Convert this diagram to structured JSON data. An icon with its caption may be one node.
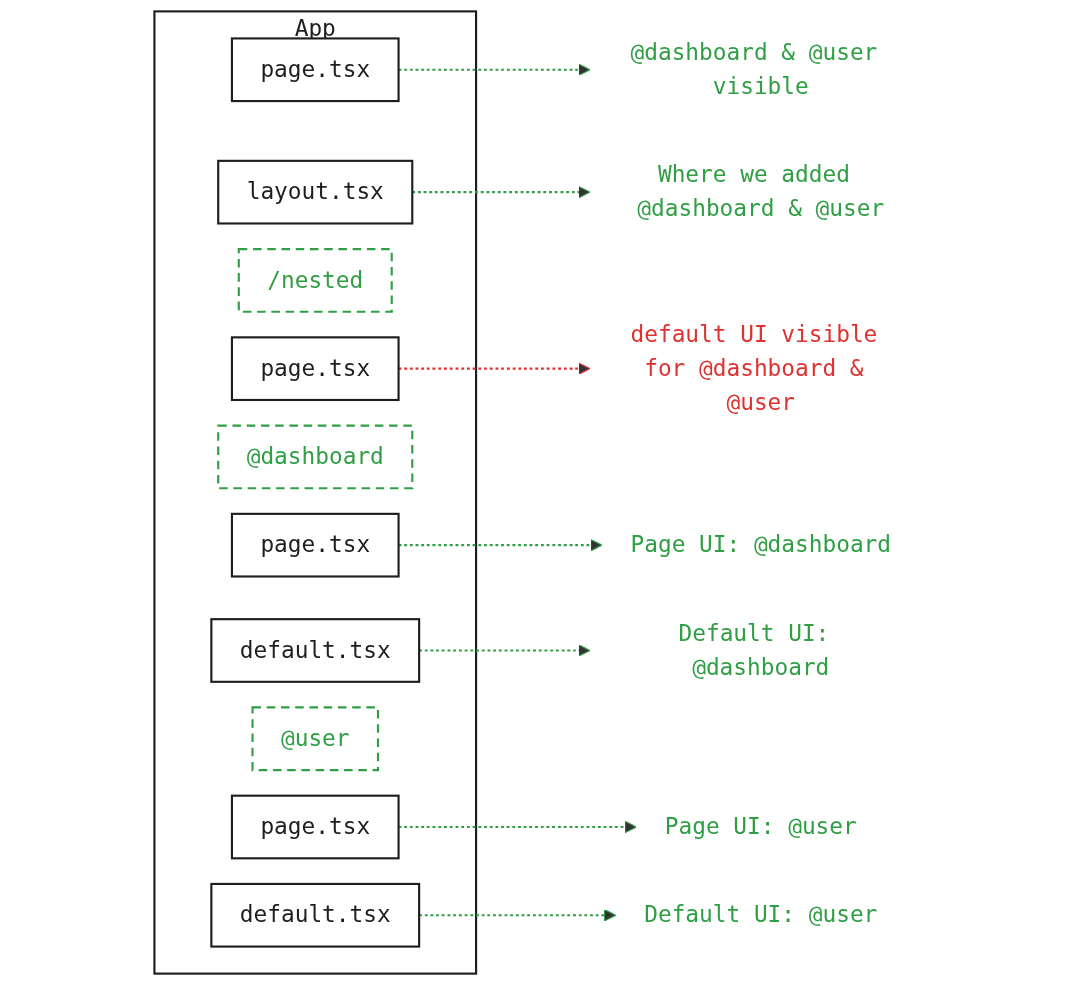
{
  "diagram": {
    "nodes": [
      {
        "text": [
          "App"
        ]
      },
      {
        "text": [
          "page.tsx"
        ],
        "in": 0
      },
      {
        "text": [
          "layout.tsx"
        ],
        "in": 0
      },
      {
        "text": [
          "/nested"
        ],
        "in": 0
      },
      {
        "text": [
          "page.tsx"
        ],
        "in": 0
      },
      {
        "text": [
          "@dashboard"
        ],
        "in": 0
      },
      {
        "text": [
          "page.tsx"
        ],
        "in": 0
      },
      {
        "text": [
          "default.tsx"
        ],
        "in": 0
      },
      {
        "text": [
          "@user"
        ],
        "in": 0
      },
      {
        "text": [
          "page.tsx"
        ],
        "in": 0
      },
      {
        "text": [
          "default.tsx"
        ],
        "in": 0
      },
      {
        "text": [
          "@dashboard & @user visible"
        ]
      },
      {
        "text": [
          "Where we added @dashboard & @user"
        ]
      },
      {
        "text": [
          "default UI visible for @dashboard & @user"
        ]
      },
      {
        "text": [
          "Page UI: @dashboard"
        ]
      },
      {
        "text": [
          "Default UI: @dashboard"
        ]
      },
      {
        "text": [
          "Page UI: @user"
        ]
      },
      {
        "text": [
          "Default UI: @user"
        ]
      }
    ],
    "edges": [
      {
        "from": 1,
        "to": 11,
        "arrow": "to",
        "style": "dashed"
      },
      {
        "from": 2,
        "to": 12,
        "arrow": "to",
        "style": "dashed"
      },
      {
        "from": 4,
        "to": 13,
        "arrow": "to",
        "style": "dashed",
        "color": "#e03131"
      },
      {
        "from": 6,
        "to": 14,
        "arrow": "to",
        "style": "dashed"
      },
      {
        "from": 7,
        "to": 15,
        "arrow": "to",
        "style": "dashed"
      },
      {
        "from": 9,
        "to": 16,
        "arrow": "to",
        "style": "dashed"
      },
      {
        "from": 10,
        "to": 17,
        "arrow": "to",
        "style": "dashed"
      }
    ]
  }
}
